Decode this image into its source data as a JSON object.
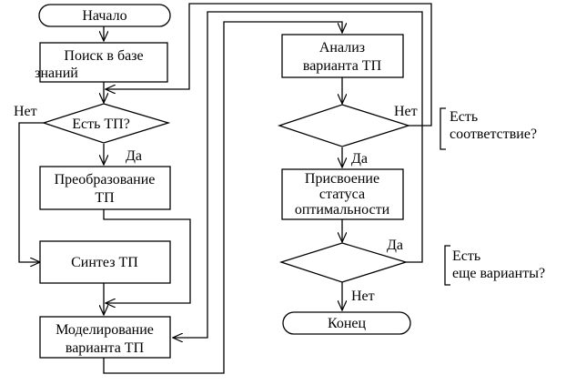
{
  "nodes": {
    "start": "Начало",
    "search": [
      "Поиск в базе",
      "знаний"
    ],
    "has_tp": "Есть ТП?",
    "transform": [
      "Преобразование",
      "ТП"
    ],
    "synthesis": "Синтез ТП",
    "modeling": [
      "Моделирование",
      "варианта ТП"
    ],
    "analysis": [
      "Анализ",
      "варианта ТП"
    ],
    "assign": [
      "Присвоение",
      "статуса",
      "оптимальности"
    ],
    "end": "Конец"
  },
  "labels": {
    "no_left": "Нет",
    "yes_1": "Да",
    "no_right": "Нет",
    "yes_2": "Да",
    "yes_3": "Да",
    "no_bottom": "Нет"
  },
  "annotations": {
    "match": [
      "Есть",
      "соответствие?"
    ],
    "more": [
      "Есть",
      "еще варианты?"
    ]
  }
}
